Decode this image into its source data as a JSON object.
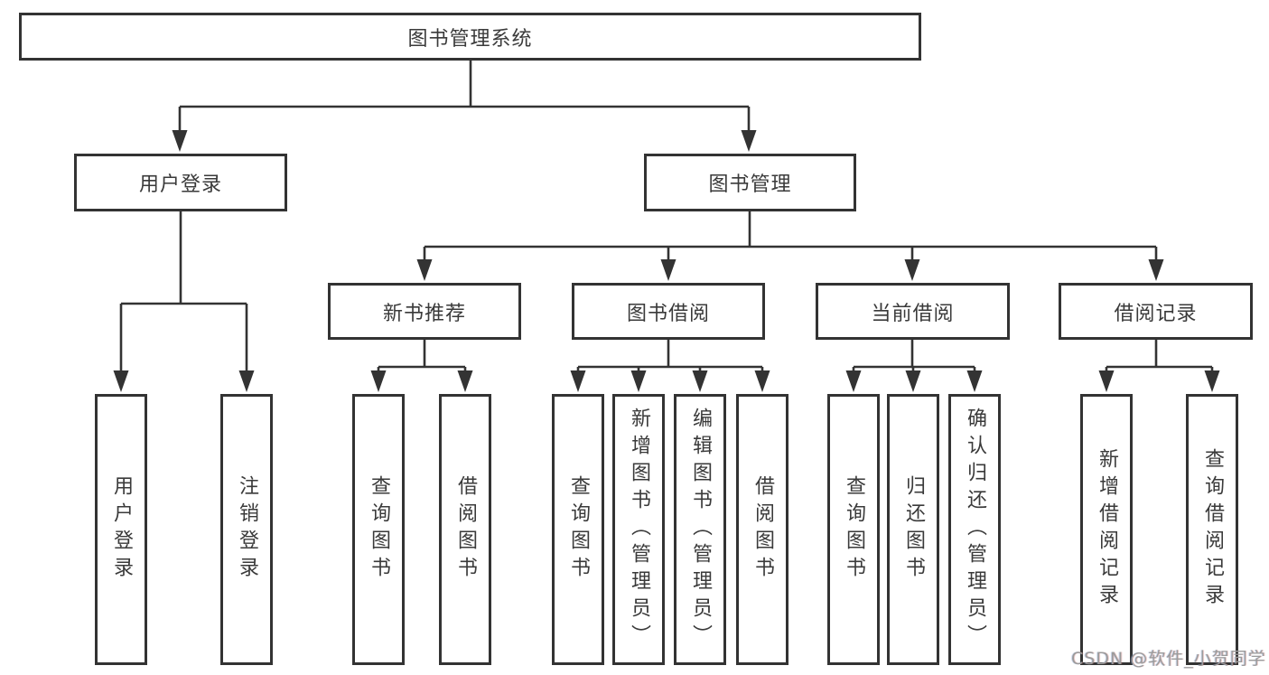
{
  "diagram": {
    "root": {
      "label": "图书管理系统"
    },
    "branches": [
      {
        "label": "用户登录",
        "leaves": [
          {
            "label": "用户登录"
          },
          {
            "label": "注销登录"
          }
        ]
      },
      {
        "label": "图书管理",
        "groups": [
          {
            "label": "新书推荐",
            "leaves": [
              {
                "label": "查询图书"
              },
              {
                "label": "借阅图书"
              }
            ]
          },
          {
            "label": "图书借阅",
            "leaves": [
              {
                "label": "查询图书"
              },
              {
                "label": "新增图书（管理员）"
              },
              {
                "label": "编辑图书（管理员）"
              },
              {
                "label": "借阅图书"
              }
            ]
          },
          {
            "label": "当前借阅",
            "leaves": [
              {
                "label": "查询图书"
              },
              {
                "label": "归还图书"
              },
              {
                "label": "确认归还（管理员）"
              }
            ]
          },
          {
            "label": "借阅记录",
            "leaves": [
              {
                "label": "新增借阅记录"
              },
              {
                "label": "查询借阅记录"
              }
            ]
          }
        ]
      }
    ]
  },
  "palette": {
    "line_color": "#333333",
    "box_fill": "#ffffff",
    "text_color": "#3a3a3a",
    "watermark_color": "#9b9b9b"
  },
  "watermark": {
    "text": "CSDN @软件_小贺同学"
  }
}
